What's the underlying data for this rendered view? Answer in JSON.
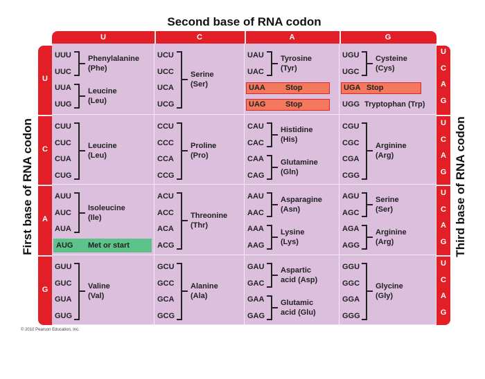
{
  "title": "Second base of RNA codon",
  "left_label": "First base of RNA codon",
  "right_label": "Third base of RNA codon",
  "second_bases": [
    "U",
    "C",
    "A",
    "G"
  ],
  "first_bases": [
    "U",
    "C",
    "A",
    "G"
  ],
  "third_bases": [
    "U",
    "C",
    "A",
    "G"
  ],
  "colors": {
    "bar": "#e21f26",
    "cell": "#dbbfdc",
    "stop": "#f3785c",
    "start": "#5ec28b"
  },
  "cells": [
    [
      {
        "codons": [
          "UUU",
          "UUC",
          "UUA",
          "UUG"
        ],
        "groups": [
          {
            "from": 0,
            "to": 1,
            "label": [
              "Phenylalanine",
              "(Phe)"
            ]
          },
          {
            "from": 2,
            "to": 3,
            "label": [
              "Leucine",
              "(Leu)"
            ]
          }
        ]
      },
      {
        "codons": [
          "UCU",
          "UCC",
          "UCA",
          "UCG"
        ],
        "groups": [
          {
            "from": 0,
            "to": 3,
            "label": [
              "Serine",
              "(Ser)"
            ]
          }
        ]
      },
      {
        "codons": [
          "UAU",
          "UAC",
          "UAA",
          "UAG"
        ],
        "groups": [
          {
            "from": 0,
            "to": 1,
            "label": [
              "Tyrosine",
              "(Tyr)"
            ]
          }
        ],
        "stops": [
          {
            "index": 2,
            "label": "Stop"
          },
          {
            "index": 3,
            "label": "Stop"
          }
        ]
      },
      {
        "codons": [
          "UGU",
          "UGC",
          "UGA",
          "UGG"
        ],
        "groups": [
          {
            "from": 0,
            "to": 1,
            "label": [
              "Cysteine",
              "(Cys)"
            ]
          }
        ],
        "stops": [
          {
            "index": 2,
            "label": "Stop"
          }
        ],
        "inline": [
          {
            "index": 3,
            "label": "Tryptophan (Trp)"
          }
        ]
      }
    ],
    [
      {
        "codons": [
          "CUU",
          "CUC",
          "CUA",
          "CUG"
        ],
        "groups": [
          {
            "from": 0,
            "to": 3,
            "label": [
              "Leucine",
              "(Leu)"
            ]
          }
        ]
      },
      {
        "codons": [
          "CCU",
          "CCC",
          "CCA",
          "CCG"
        ],
        "groups": [
          {
            "from": 0,
            "to": 3,
            "label": [
              "Proline",
              "(Pro)"
            ]
          }
        ]
      },
      {
        "codons": [
          "CAU",
          "CAC",
          "CAA",
          "CAG"
        ],
        "groups": [
          {
            "from": 0,
            "to": 1,
            "label": [
              "Histidine",
              "(His)"
            ]
          },
          {
            "from": 2,
            "to": 3,
            "label": [
              "Glutamine",
              "(Gln)"
            ]
          }
        ]
      },
      {
        "codons": [
          "CGU",
          "CGC",
          "CGA",
          "CGG"
        ],
        "groups": [
          {
            "from": 0,
            "to": 3,
            "label": [
              "Arginine",
              "(Arg)"
            ]
          }
        ]
      }
    ],
    [
      {
        "codons": [
          "AUU",
          "AUC",
          "AUA",
          "AUG"
        ],
        "groups": [
          {
            "from": 0,
            "to": 2,
            "label": [
              "Isoleucine",
              "(Ile)"
            ]
          }
        ],
        "starts": [
          {
            "index": 3,
            "label": "Met or start"
          }
        ]
      },
      {
        "codons": [
          "ACU",
          "ACC",
          "ACA",
          "ACG"
        ],
        "groups": [
          {
            "from": 0,
            "to": 3,
            "label": [
              "Threonine",
              "(Thr)"
            ]
          }
        ]
      },
      {
        "codons": [
          "AAU",
          "AAC",
          "AAA",
          "AAG"
        ],
        "groups": [
          {
            "from": 0,
            "to": 1,
            "label": [
              "Asparagine",
              "(Asn)"
            ]
          },
          {
            "from": 2,
            "to": 3,
            "label": [
              "Lysine",
              "(Lys)"
            ]
          }
        ]
      },
      {
        "codons": [
          "AGU",
          "AGC",
          "AGA",
          "AGG"
        ],
        "groups": [
          {
            "from": 0,
            "to": 1,
            "label": [
              "Serine",
              "(Ser)"
            ]
          },
          {
            "from": 2,
            "to": 3,
            "label": [
              "Arginine",
              "(Arg)"
            ]
          }
        ]
      }
    ],
    [
      {
        "codons": [
          "GUU",
          "GUC",
          "GUA",
          "GUG"
        ],
        "groups": [
          {
            "from": 0,
            "to": 3,
            "label": [
              "Valine",
              "(Val)"
            ]
          }
        ]
      },
      {
        "codons": [
          "GCU",
          "GCC",
          "GCA",
          "GCG"
        ],
        "groups": [
          {
            "from": 0,
            "to": 3,
            "label": [
              "Alanine",
              "(Ala)"
            ]
          }
        ]
      },
      {
        "codons": [
          "GAU",
          "GAC",
          "GAA",
          "GAG"
        ],
        "groups": [
          {
            "from": 0,
            "to": 1,
            "label": [
              "Aspartic",
              "acid (Asp)"
            ]
          },
          {
            "from": 2,
            "to": 3,
            "label": [
              "Glutamic",
              "acid (Glu)"
            ]
          }
        ]
      },
      {
        "codons": [
          "GGU",
          "GGC",
          "GGA",
          "GGG"
        ],
        "groups": [
          {
            "from": 0,
            "to": 3,
            "label": [
              "Glycine",
              "(Gly)"
            ]
          }
        ]
      }
    ]
  ],
  "copyright": "© 2010 Pearson Education, Inc."
}
